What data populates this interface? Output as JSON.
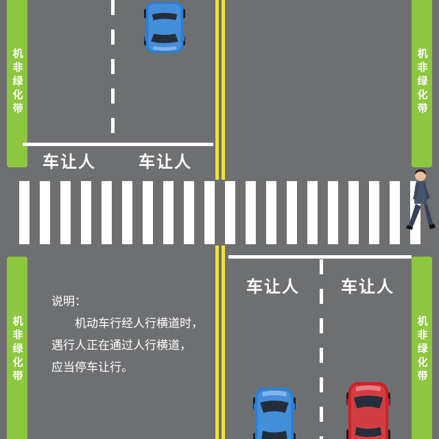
{
  "colors": {
    "road_gray": "#6e6f71",
    "greenbelt_green": "#8dc63f",
    "lane_yellow": "#efe33b",
    "marking_white": "#ffffff",
    "car_blue": "#2b7fd4",
    "car_red": "#cd2129"
  },
  "greenbelt": {
    "label": "机非绿化带"
  },
  "road_markings": {
    "yield_label": "车让人"
  },
  "note": {
    "title": "说明：",
    "line1": "机动车行经人行横道时，",
    "line2": "遇行人正在通过人行横道，",
    "line3": "应当停车让行。"
  },
  "icons": {
    "blue_car_top": "blue-car-top-view",
    "blue_car_bottom": "blue-car-front-view",
    "red_car_bottom": "red-car-front-view",
    "pedestrian": "pedestrian-walking"
  }
}
